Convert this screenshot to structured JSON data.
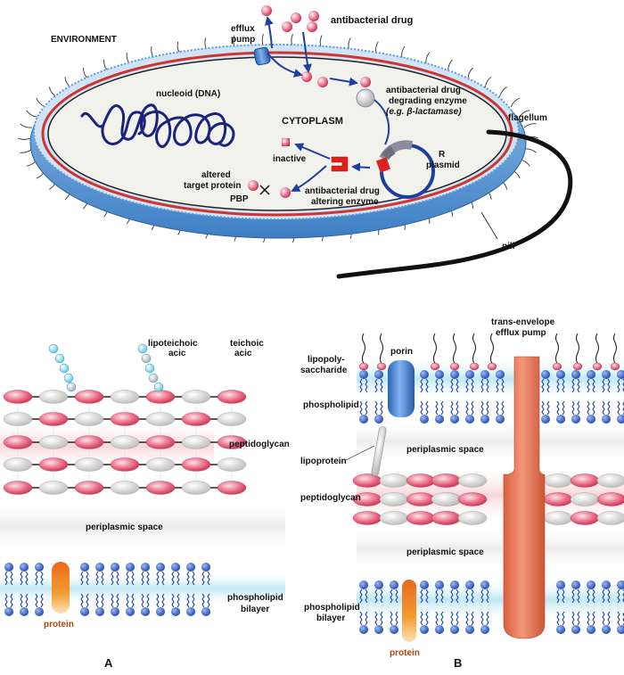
{
  "top": {
    "environment": "ENVIRONMENT",
    "efflux_pump_1": "efflux",
    "efflux_pump_2": "pump",
    "antibacterial_drug": "antibacterial drug",
    "nucleoid": "nucleoid (DNA)",
    "cytoplasm": "CYTOPLASM",
    "degrading_1": "antibacterial drug",
    "degrading_2": "degrading enzyme",
    "degrading_3": "(e.g. β-lactamase)",
    "flagellum": "flagellum",
    "inactive": "inactive",
    "altered_1": "altered",
    "altered_2": "target protein",
    "pbp": "PBP",
    "r_plasmid_1": "R",
    "r_plasmid_2": "plasmid",
    "altering_1": "antibacterial drug",
    "altering_2": "altering enzyme",
    "pili": "pili"
  },
  "panel_a": {
    "lipoteichoic_1": "lipoteichoic",
    "lipoteichoic_2": "acic",
    "teichoic_1": "teichoic",
    "teichoic_2": "acic",
    "peptidoglycan": "peptidoglycan",
    "periplasmic": "periplasmic space",
    "phospholipid_1": "phospholipid",
    "phospholipid_2": "bilayer",
    "protein": "protein",
    "letter": "A"
  },
  "panel_b": {
    "trans_1": "trans-envelope",
    "trans_2": "efflux pump",
    "porin": "porin",
    "lps_1": "lipopoly-",
    "lps_2": "saccharide",
    "phospholipid": "phospholipid",
    "periplasmic_1": "periplasmic space",
    "lipoprotein": "lipoprotein",
    "peptidoglycan": "peptidoglycan",
    "periplasmic_2": "periplasmic space",
    "bilayer_1": "phospholipid",
    "bilayer_2": "bilayer",
    "protein": "protein",
    "letter": "B"
  },
  "colors": {
    "cell_blue": "#5b9bd5",
    "membrane_red": "#d0342c",
    "dna_blue": "#1a237e",
    "arrow_blue": "#1e3fa0",
    "enzyme_red": "#e02020",
    "sugar_pink": "#e8607a",
    "sugar_grey": "#d4d6d4",
    "pump_orange": "#e8785a",
    "porin_blue": "#3b78c8",
    "lipid_head": "#2a5fc8"
  }
}
